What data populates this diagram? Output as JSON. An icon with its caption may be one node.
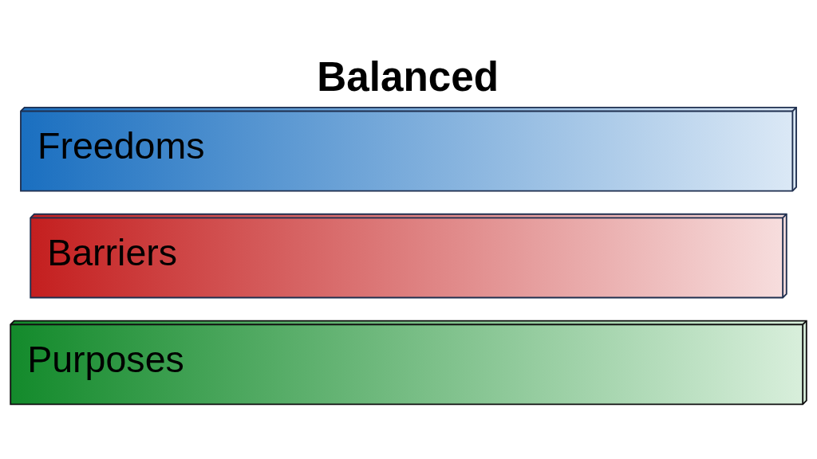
{
  "diagram": {
    "title": "Balanced",
    "nodes": [
      {
        "text": [
          "Freedoms"
        ]
      },
      {
        "text": [
          "Barriers"
        ]
      },
      {
        "text": [
          "Purposes"
        ]
      }
    ]
  }
}
